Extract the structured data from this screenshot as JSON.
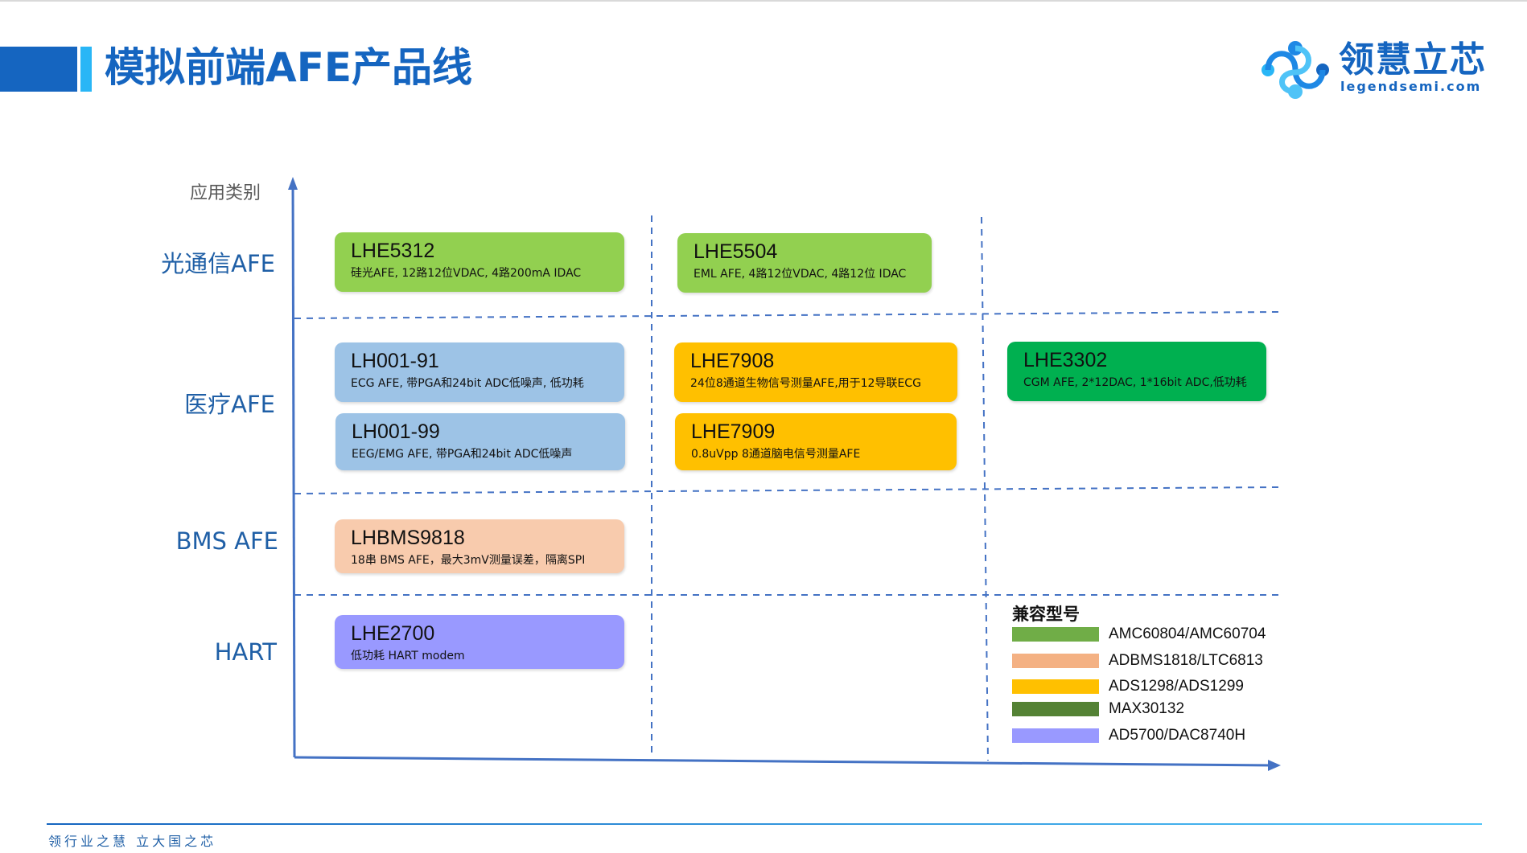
{
  "header": {
    "title": "模拟前端AFE产品线",
    "logo_cn": "领慧立芯",
    "logo_en": "legendsemi.com"
  },
  "axis": {
    "y_label": "应用类别"
  },
  "categories": [
    "光通信AFE",
    "医疗AFE",
    "BMS AFE",
    "HART"
  ],
  "products": [
    {
      "code": "LHE5312",
      "desc": "硅光AFE, 12路12位VDAC, 4路200mA IDAC",
      "color": "#92d050"
    },
    {
      "code": "LHE5504",
      "desc": "EML AFE, 4路12位VDAC, 4路12位 IDAC",
      "color": "#92d050"
    },
    {
      "code": "LH001-91",
      "desc": "ECG AFE, 带PGA和24bit ADC低噪声, 低功耗",
      "color": "#9dc3e6"
    },
    {
      "code": "LHE7908",
      "desc": "24位8通道生物信号测量AFE,用于12导联ECG",
      "color": "#ffc000"
    },
    {
      "code": "LHE3302",
      "desc": "CGM AFE, 2*12DAC, 1*16bit ADC,低功耗",
      "color": "#00b050"
    },
    {
      "code": "LH001-99",
      "desc": "EEG/EMG AFE, 带PGA和24bit ADC低噪声",
      "color": "#9dc3e6"
    },
    {
      "code": "LHE7909",
      "desc": "0.8uVpp 8通道脑电信号测量AFE",
      "color": "#ffc000"
    },
    {
      "code": "LHBMS9818",
      "desc": "18串 BMS AFE，最大3mV测量误差，隔离SPI",
      "color": "#f8cbad"
    },
    {
      "code": "LHE2700",
      "desc": "低功耗 HART modem",
      "color": "#9999ff"
    }
  ],
  "legend": {
    "title": "兼容型号",
    "items": [
      {
        "label": "AMC60804/AMC60704",
        "color": "#70ad47"
      },
      {
        "label": "ADBMS1818/LTC6813",
        "color": "#f4b183"
      },
      {
        "label": "ADS1298/ADS1299",
        "color": "#ffc000"
      },
      {
        "label": "MAX30132",
        "color": "#548235"
      },
      {
        "label": "AD5700/DAC8740H",
        "color": "#9999ff"
      }
    ]
  },
  "footer": {
    "slogan": "领行业之慧  立大国之芯"
  },
  "colors": {
    "brand_blue": "#1565c0",
    "accent_light_blue": "#29b6f6",
    "axis_blue": "#4472c4"
  }
}
